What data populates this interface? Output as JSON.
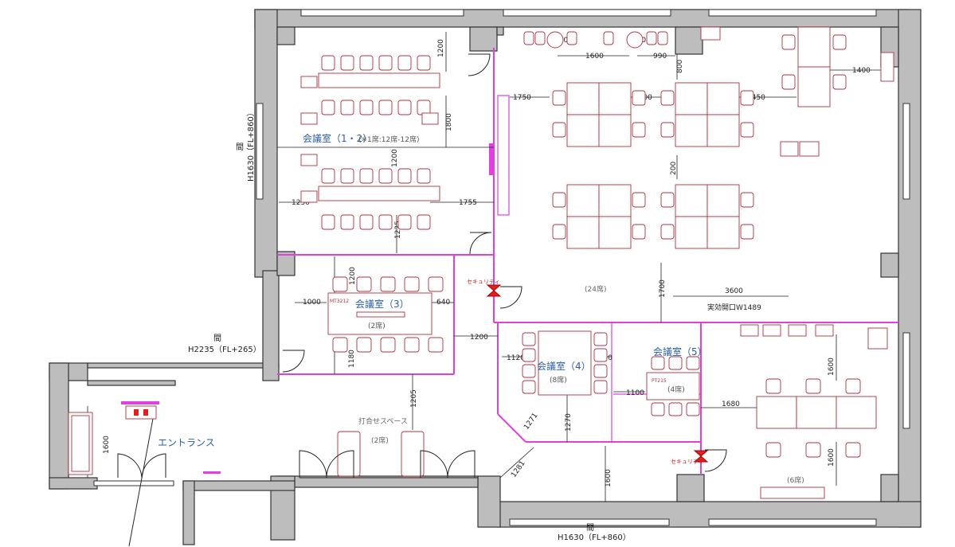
{
  "rooms": {
    "conf12": {
      "name": "会議室（1・2）",
      "sub": "(※1席:12席-12席)"
    },
    "conf3": {
      "name": "会議室（3）",
      "sub": "(2席)"
    },
    "conf4": {
      "name": "会議室（4）",
      "sub": "(8席)"
    },
    "conf5": {
      "name": "会議室（5）",
      "sub": "(4席)"
    },
    "main_seats": "(24席)",
    "corner_seats": "(6席)",
    "meeting_space": {
      "name": "打合せスペース",
      "sub": "(2席)"
    },
    "entrance": "エントランス"
  },
  "heights": {
    "left_top": "H1630（FL+860）",
    "left_mid": "H2235（FL+265）",
    "bottom": "H1630（FL+860）"
  },
  "dimensions": {
    "d1200_top": "1200",
    "d1800": "1800",
    "d1200_mid": "1200",
    "d1250": "1250",
    "d1755": "1755",
    "d1225": "1225",
    "d1200_c3": "1200",
    "d1000": "1000",
    "d640": "640",
    "d1180": "1180",
    "d1200_h": "1200",
    "d1205": "1205",
    "d1600_ent": "1600",
    "d780a": "φ780",
    "d780b": "φ780",
    "d1600_top": "1600",
    "d990": "990",
    "d800": "800",
    "d1750": "1750",
    "d2000": "2000",
    "d2450": "2450",
    "d1400": "1400",
    "d200": "200",
    "d1700": "1700",
    "d3600": "3600",
    "opening": "実効開口W1489",
    "d1120": "1120",
    "d1100_c4": "1100",
    "d1270": "1270",
    "d1271": "1271",
    "d1281": "1281",
    "d1600_bot": "1600",
    "d1100_c5": "1100",
    "d1680": "1680",
    "d1600_r1": "1600",
    "d1600_r2": "1600"
  },
  "labels": {
    "security1": "セキュリティ",
    "security2": "セキュリティ",
    "mt3212": "MT3212",
    "pt215": "PT215",
    "wall_mark_top": "間",
    "wall_mark_mid": "間",
    "wall_mark_bot": "間"
  },
  "colors": {
    "partition": "#e040e0",
    "furniture": "#b03040",
    "wall": "#bdbdbd",
    "room_text": "#2a5fa8"
  }
}
